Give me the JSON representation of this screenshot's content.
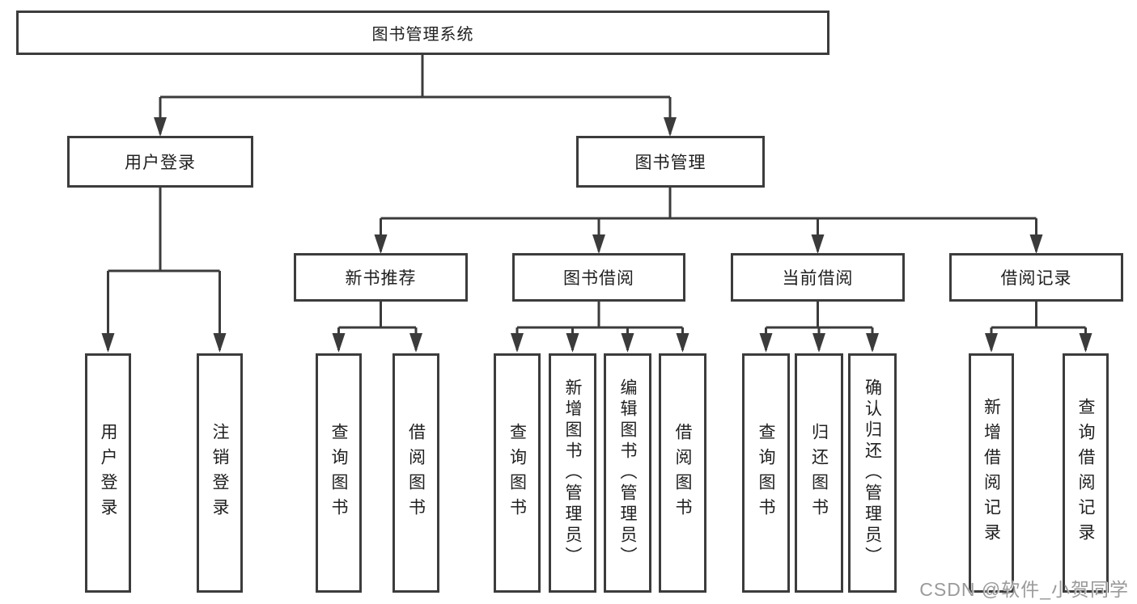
{
  "diagram": {
    "root": {
      "label": "图书管理系统"
    },
    "branches": [
      {
        "label": "用户登录",
        "children": [
          {
            "label": "用户登录"
          },
          {
            "label": "注销登录"
          }
        ]
      },
      {
        "label": "图书管理",
        "children": [
          {
            "label": "新书推荐",
            "children": [
              {
                "label": "查询图书"
              },
              {
                "label": "借阅图书"
              }
            ]
          },
          {
            "label": "图书借阅",
            "children": [
              {
                "label": "查询图书"
              },
              {
                "label": "新增图书（管理员）"
              },
              {
                "label": "编辑图书（管理员）"
              },
              {
                "label": "借阅图书"
              }
            ]
          },
          {
            "label": "当前借阅",
            "children": [
              {
                "label": "查询图书"
              },
              {
                "label": "归还图书"
              },
              {
                "label": "确认归还（管理员）"
              }
            ]
          },
          {
            "label": "借阅记录",
            "children": [
              {
                "label": "新增借阅记录"
              },
              {
                "label": "查询借阅记录"
              }
            ]
          }
        ]
      }
    ]
  },
  "watermark": {
    "text": "CSDN @软件_小贺同学"
  },
  "colors": {
    "line": "#3b3b3b",
    "box_border": "#3c3c3c",
    "box_background": "#ffffff",
    "text": "#202020",
    "watermark_text": "#9a9a9a"
  }
}
